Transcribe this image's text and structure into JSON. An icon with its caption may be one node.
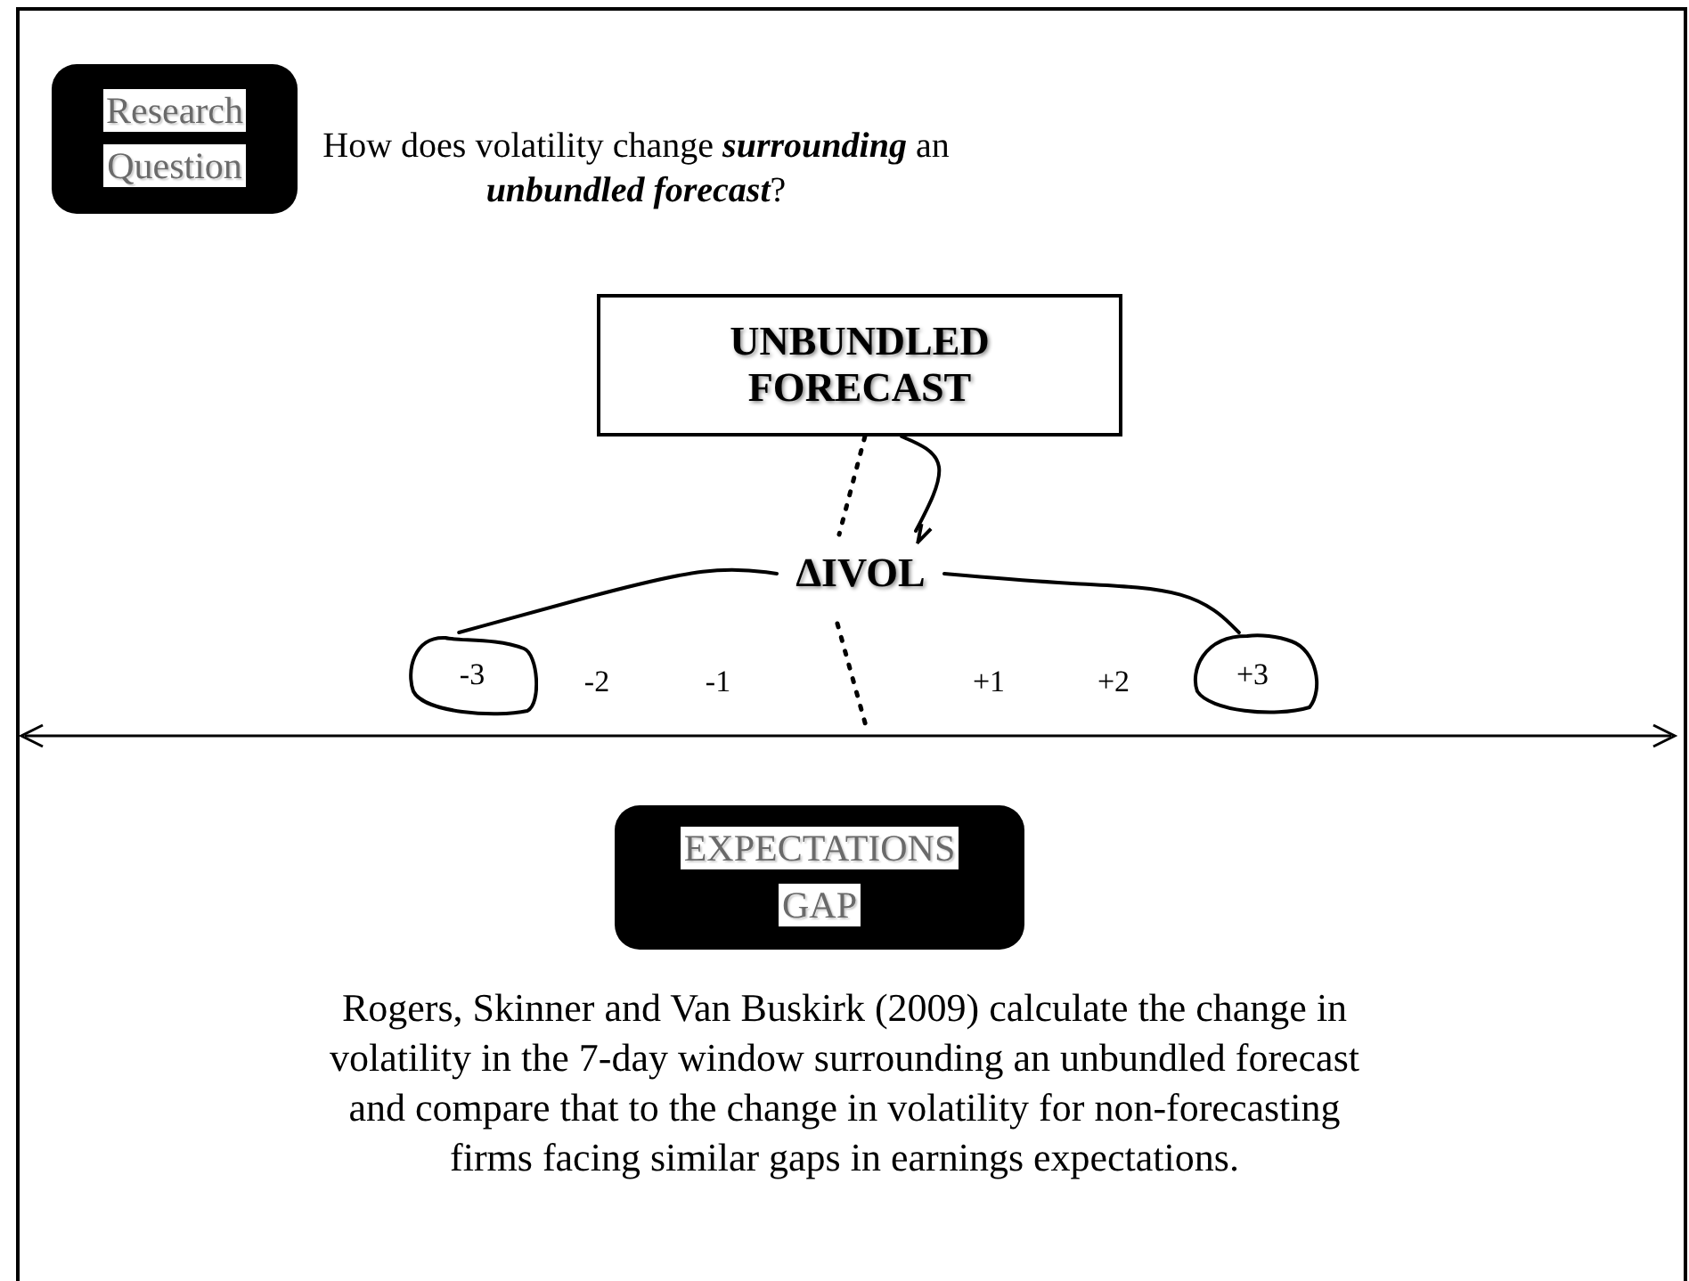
{
  "diagram": {
    "nodes": [
      {
        "text": [
          "Research Question"
        ]
      },
      {
        "text": [
          "UNBUNDLED FORECAST"
        ]
      },
      {
        "text": [
          "ΔIVOL"
        ]
      },
      {
        "text": [
          "-3"
        ]
      },
      {
        "text": [
          "+3"
        ]
      },
      {
        "text": [
          "EXPECTATIONS GAP"
        ]
      }
    ],
    "edges": [
      {
        "from": 1,
        "to": 2,
        "arrow": "to"
      },
      {
        "from": 2,
        "to": 3,
        "arrow": "none"
      },
      {
        "from": 2,
        "to": 4,
        "arrow": "none"
      },
      {
        "from": 1,
        "to": null,
        "arrow": "none",
        "style": "dashed"
      }
    ],
    "labels": [
      "How does volatility change **surrounding** an **unbundled forecast**?",
      "-2",
      "-1",
      "+1",
      "+2",
      "Rogers, Skinner and Van Buskirk (2009) calculate the change in volatility in the 7-day window surrounding an unbundled forecast and compare that to the change in volatility for non-forecasting firms facing similar gaps in earnings expectations."
    ]
  }
}
